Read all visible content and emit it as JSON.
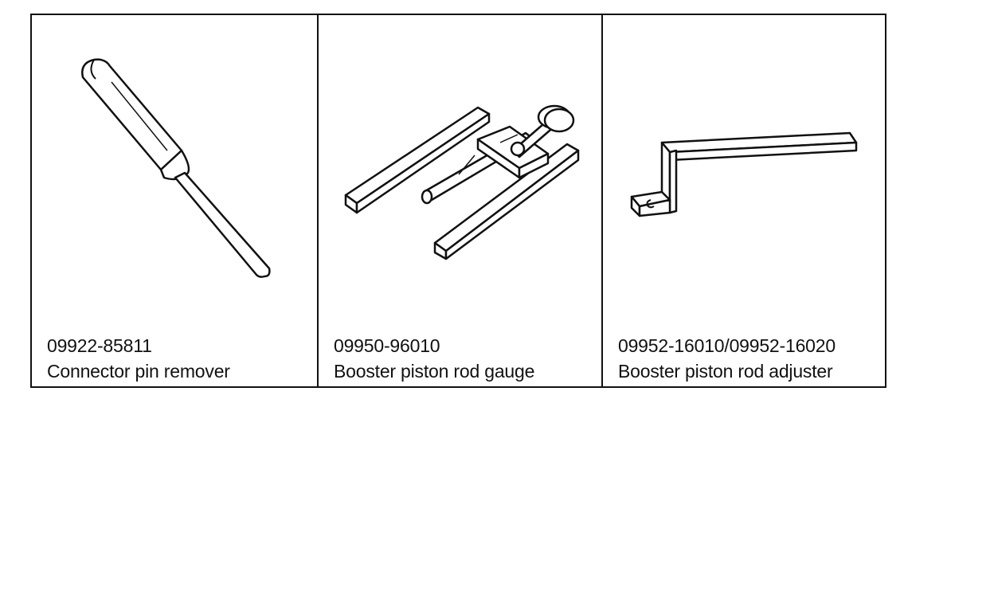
{
  "tools": [
    {
      "part_number": "09922-85811",
      "name": "Connector pin remover",
      "icon": "connector-pin-remover-icon"
    },
    {
      "part_number": "09950-96010",
      "name": "Booster piston rod gauge",
      "icon": "booster-piston-rod-gauge-icon"
    },
    {
      "part_number": "09952-16010/09952-16020",
      "name": "Booster piston rod adjuster",
      "icon": "booster-piston-rod-adjuster-icon"
    }
  ]
}
